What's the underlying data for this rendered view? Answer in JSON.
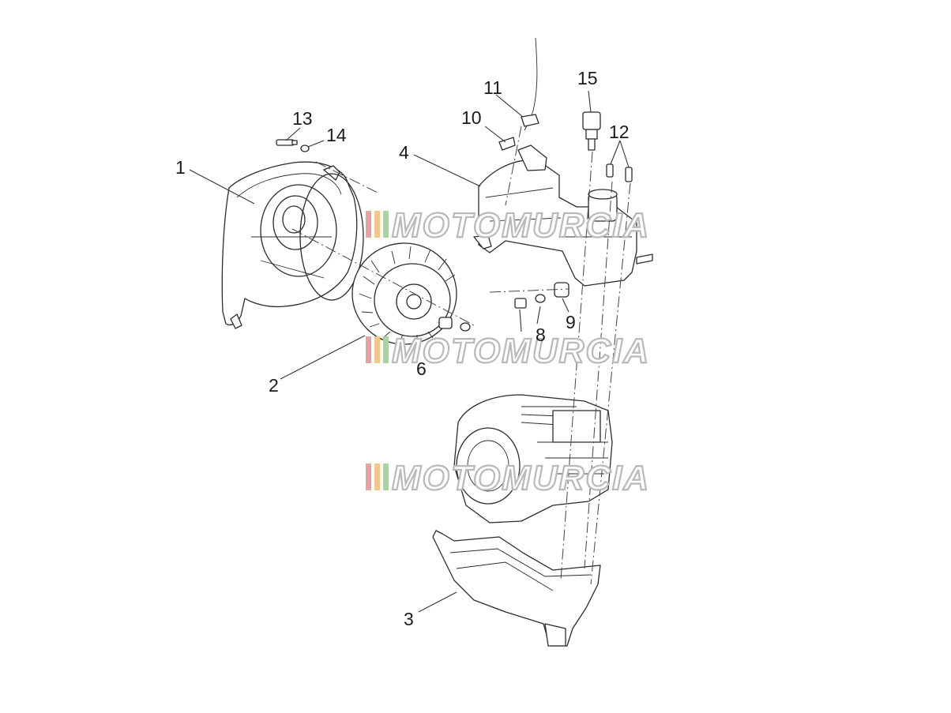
{
  "diagram": {
    "callouts": [
      {
        "id": "1",
        "label": "1"
      },
      {
        "id": "2",
        "label": "2"
      },
      {
        "id": "3",
        "label": "3"
      },
      {
        "id": "4",
        "label": "4"
      },
      {
        "id": "6",
        "label": "6"
      },
      {
        "id": "8",
        "label": "8"
      },
      {
        "id": "9",
        "label": "9"
      },
      {
        "id": "10",
        "label": "10"
      },
      {
        "id": "11",
        "label": "11"
      },
      {
        "id": "12",
        "label": "12"
      },
      {
        "id": "13",
        "label": "13"
      },
      {
        "id": "14",
        "label": "14"
      },
      {
        "id": "15",
        "label": "15"
      }
    ],
    "watermark": {
      "text": "MOTOMURCIA",
      "stripe_colors": [
        "#e9a0a0",
        "#f0c98a",
        "#a9d3a3"
      ]
    }
  }
}
